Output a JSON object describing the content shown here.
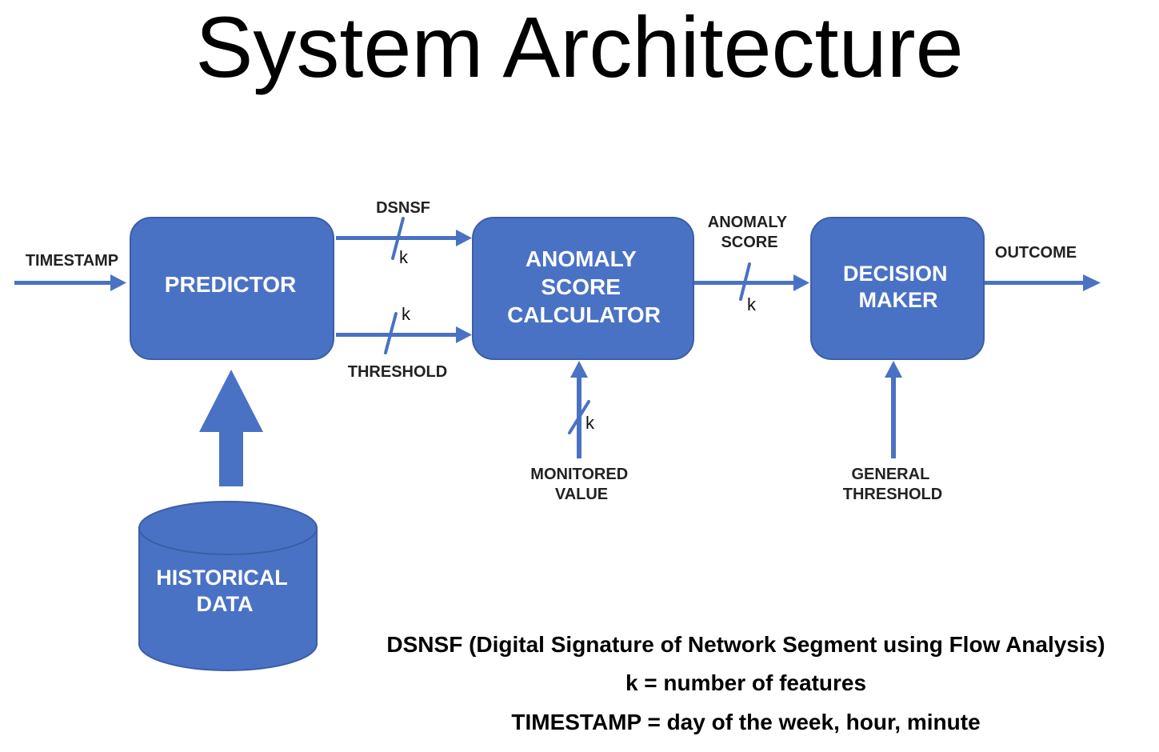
{
  "title": "System Architecture",
  "colors": {
    "box_fill": "#4a72c4",
    "box_stroke": "#3c5ea6",
    "arrow": "#4a72c4",
    "text_on_box": "#ffffff",
    "label_text": "#222222"
  },
  "nodes": {
    "predictor": [
      "PREDICTOR"
    ],
    "anomaly_calculator": [
      "ANOMALY",
      "SCORE",
      "CALCULATOR"
    ],
    "decision_maker": [
      "DECISION",
      "MAKER"
    ],
    "historical_data": [
      "HISTORICAL",
      "DATA"
    ]
  },
  "edges": {
    "timestamp": [
      "TIMESTAMP"
    ],
    "dsnsf": [
      "DSNSF"
    ],
    "threshold": [
      "THRESHOLD"
    ],
    "anomaly_score": [
      "ANOMALY",
      "SCORE"
    ],
    "outcome": [
      "OUTCOME"
    ],
    "monitored_value": [
      "MONITORED",
      "VALUE"
    ],
    "general_threshold": [
      "GENERAL",
      "THRESHOLD"
    ],
    "bus_width": "k"
  },
  "legend": [
    "DSNSF (Digital Signature of Network Segment using Flow Analysis)",
    "k = number of features",
    "TIMESTAMP = day of the week, hour, minute"
  ]
}
